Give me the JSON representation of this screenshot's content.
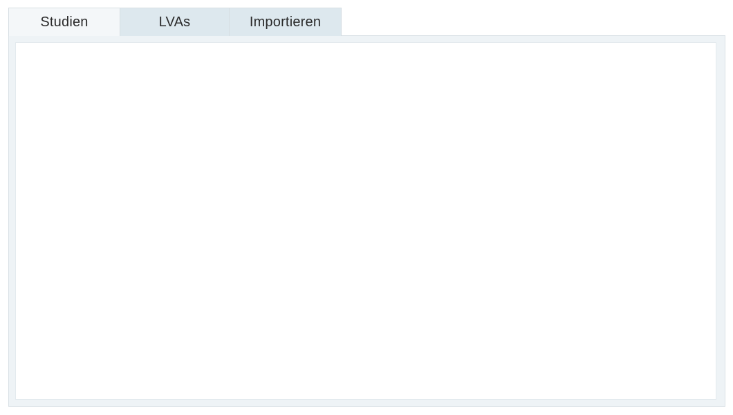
{
  "tabs": [
    {
      "label": "Studien",
      "active": true
    },
    {
      "label": "LVAs",
      "active": false
    },
    {
      "label": "Importieren",
      "active": false
    }
  ],
  "colors": {
    "tab_active_bg": "#f4f7f9",
    "tab_inactive_bg": "#dde8ee",
    "panel_bg": "#eef3f6",
    "content_bg": "#ffffff"
  }
}
